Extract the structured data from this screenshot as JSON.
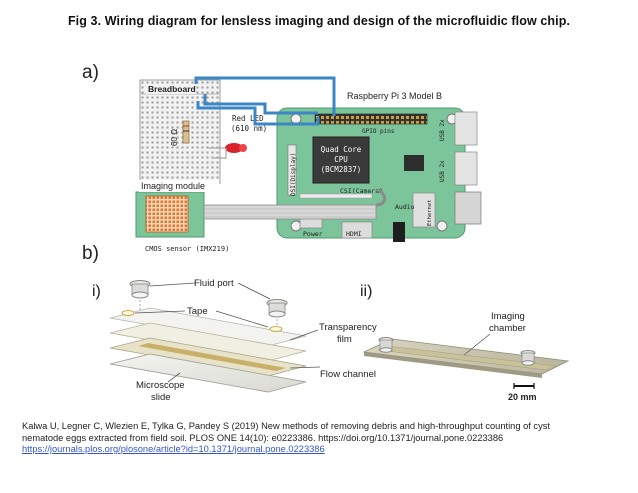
{
  "title": "Fig 3. Wiring diagram for lensless imaging and design of the microfluidic flow chip.",
  "panel_a": {
    "label": "a)",
    "breadboard": "Breadboard",
    "resistor": "60 Ω",
    "led_line1": "Red LED",
    "led_line2": "(610 nm)",
    "imaging_module": "Imaging module",
    "cmos": "CMOS sensor (IMX219)",
    "pi_title": "Raspberry Pi 3 Model B",
    "gpio": "GPIO pins",
    "cpu_line1": "Quad Core",
    "cpu_line2": "CPU",
    "cpu_line3": "(BCM2837)",
    "dsi": "DSI(Display)",
    "csi": "CSI(Camera)",
    "audio": "Audio",
    "ethernet": "Ethernet",
    "power": "Power",
    "hdmi": "HDMI",
    "usb1": "USB 2x",
    "usb2": "USB 2x"
  },
  "panel_b": {
    "label": "b)",
    "sub_i": "i)",
    "sub_ii": "ii)",
    "fluid_port": "Fluid port",
    "tape": "Tape",
    "transparency_line1": "Transparency",
    "transparency_line2": "film",
    "flow_channel": "Flow channel",
    "microscope_line1": "Microscope",
    "microscope_line2": "slide",
    "imaging_line1": "Imaging",
    "imaging_line2": "chamber",
    "scale": "20 mm"
  },
  "caption": {
    "line1": "Kalwa U, Legner C, Wlezien E, Tylka G, Pandey S (2019) New methods of removing debris and high-throughput counting of cyst",
    "line2": "nematode eggs extracted from field soil. PLOS ONE 14(10): e0223386. https://doi.org/10.1371/journal.pone.0223386",
    "link": "https://journals.plos.org/plosone/article?id=10.1371/journal.pone.0223386"
  },
  "colors": {
    "pcb": "#7cc49a",
    "wire": "#3d86c6",
    "led": "#d8232a",
    "sensor": "#e4762b"
  }
}
